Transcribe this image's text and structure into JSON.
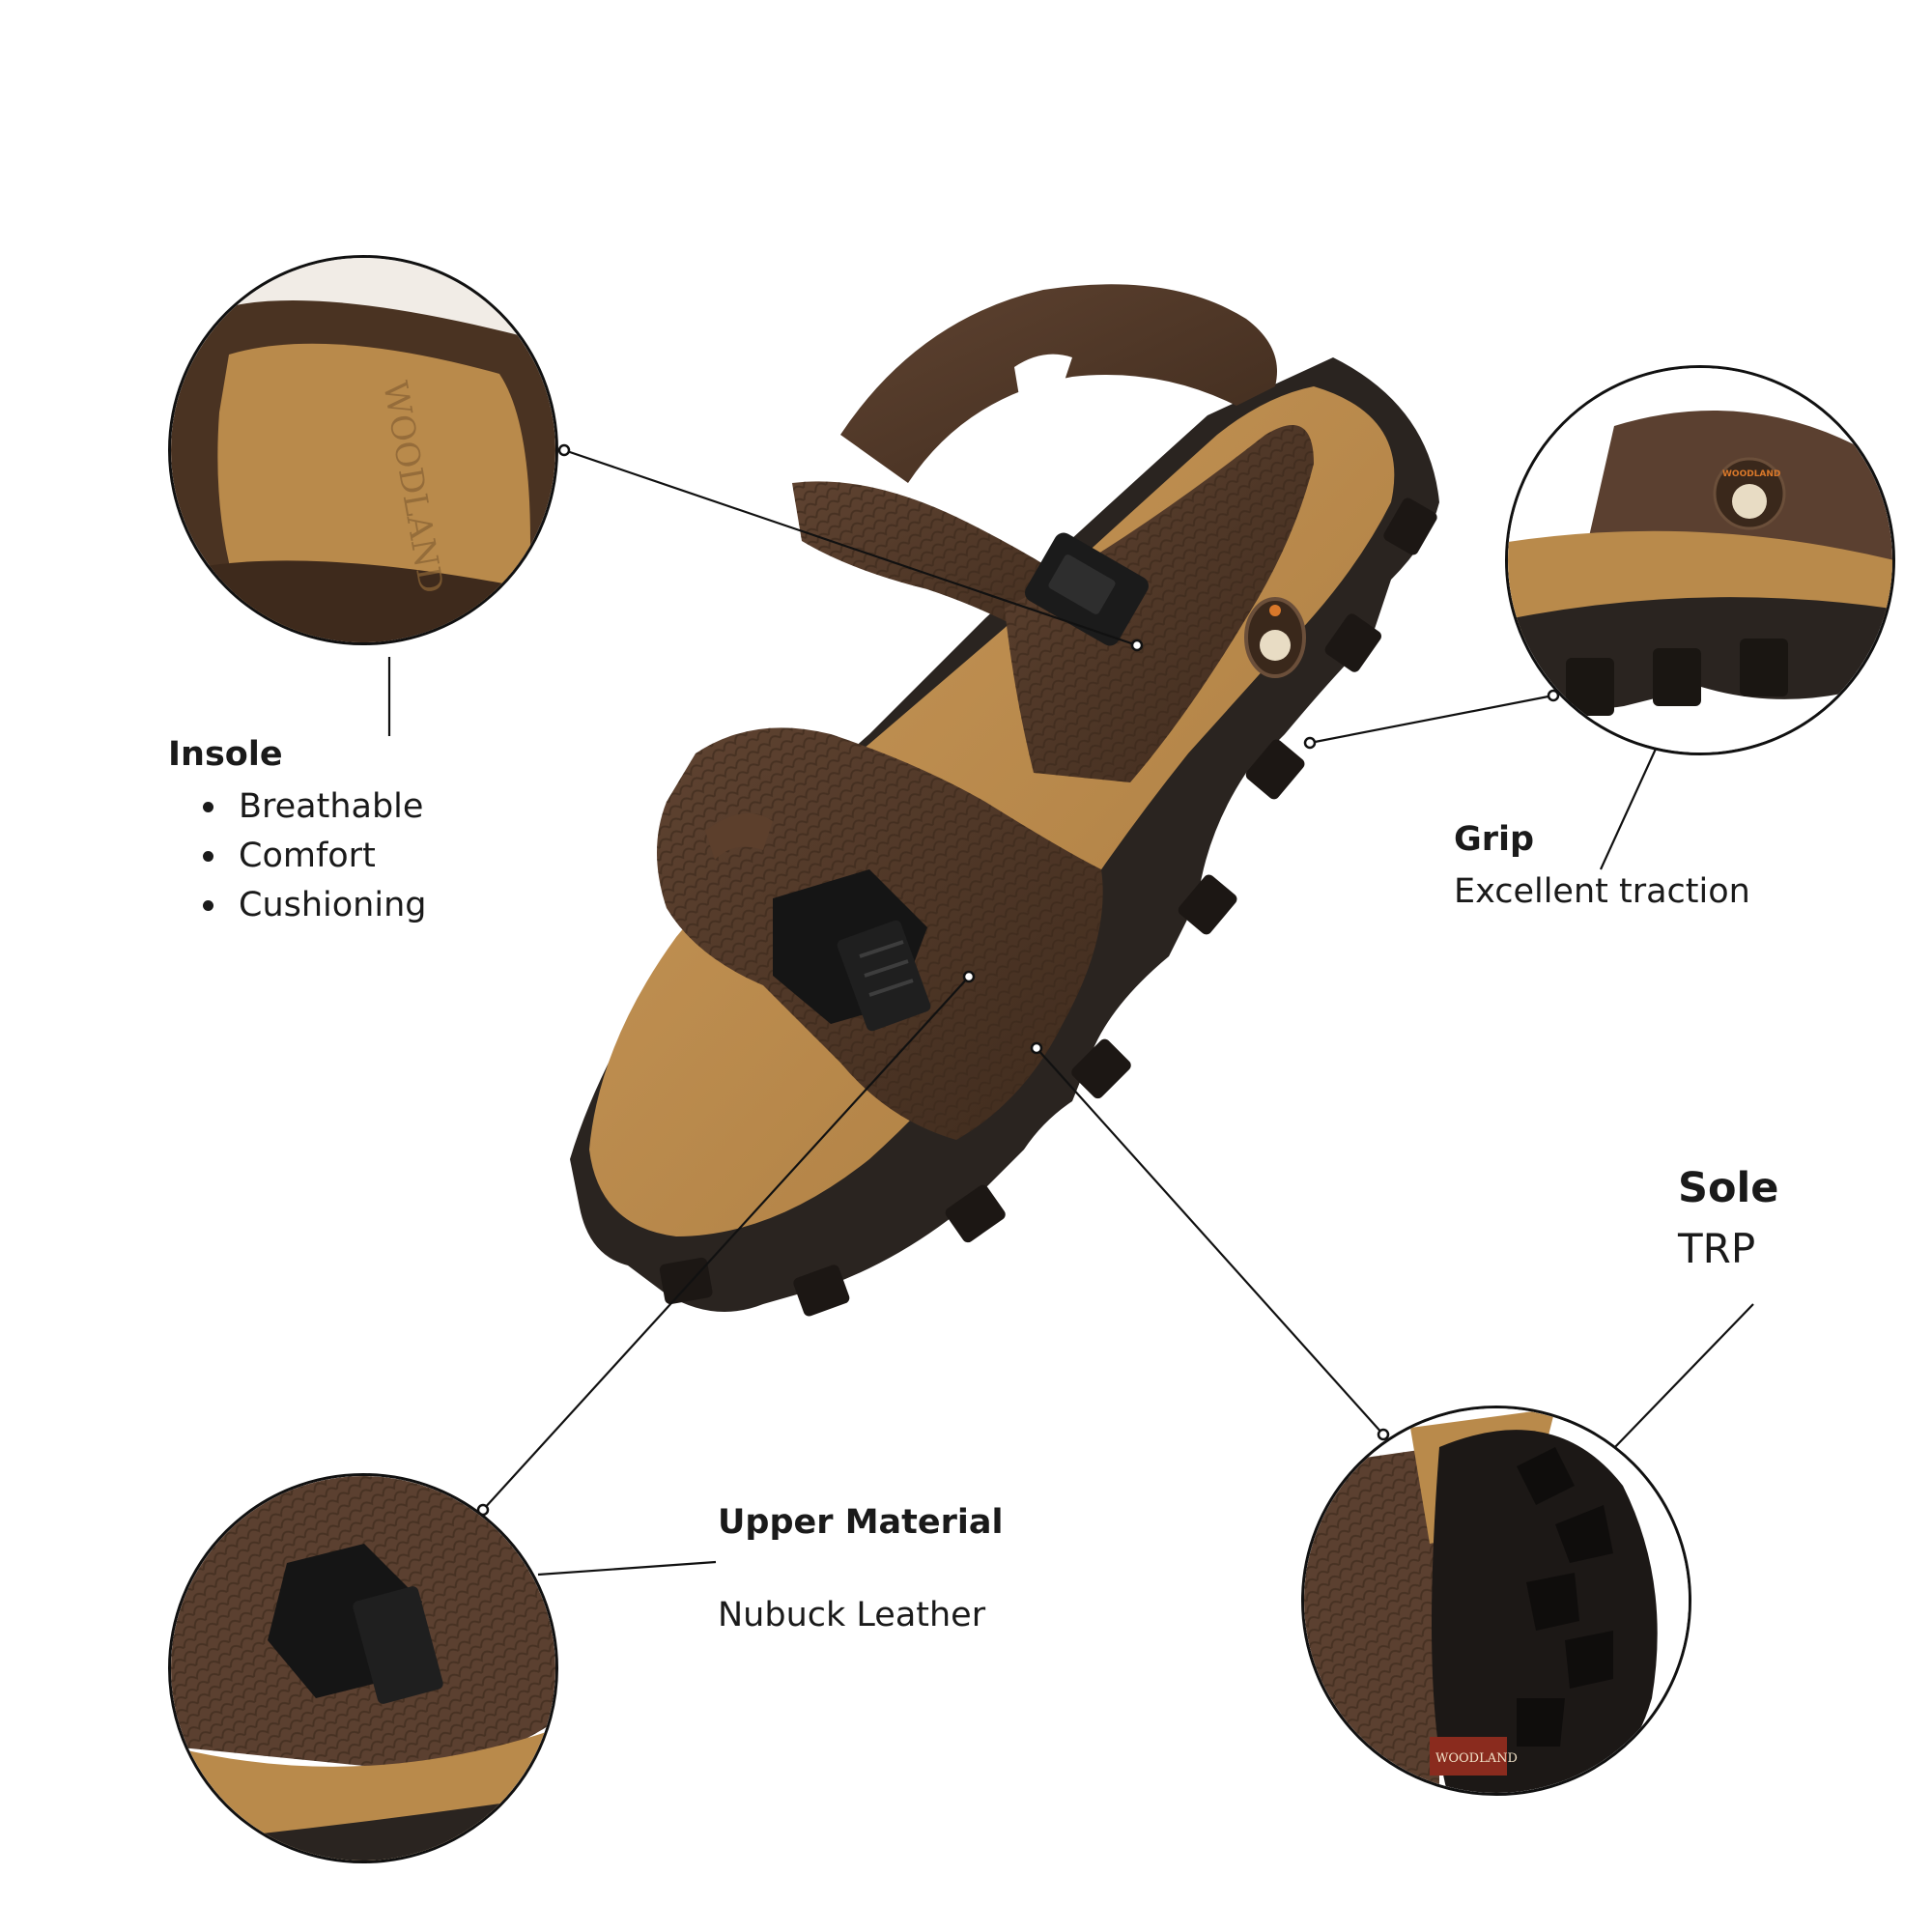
{
  "insole": {
    "title": "Insole",
    "points": [
      "Breathable",
      "Comfort",
      "Cushioning"
    ],
    "zoom_brand_text": "WOODLAND"
  },
  "grip": {
    "title": "Grip",
    "description": "Excellent traction"
  },
  "sole": {
    "title": "Sole",
    "material": "TRP"
  },
  "upper": {
    "title": "Upper Material",
    "material": "Nubuck Leather"
  },
  "strap_brand_text": "WOODLAND",
  "logo_text": "WOODLAND",
  "colors": {
    "leather_dark": "#4a3322",
    "leather_mid": "#5b4030",
    "suede": "#b98a4b",
    "sole": "#2a2420",
    "line": "#111111"
  }
}
